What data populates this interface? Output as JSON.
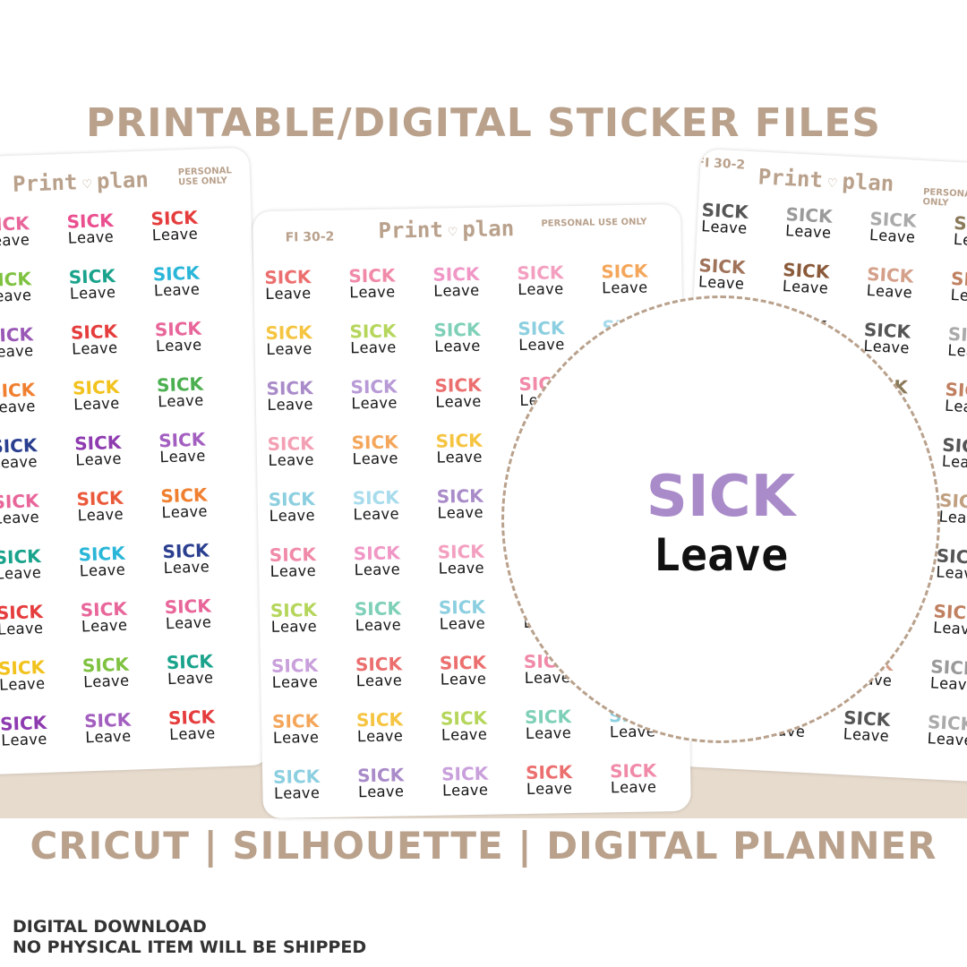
{
  "headline": "PRINTABLE/DIGITAL STICKER FILES",
  "subline": "CRICUT |  SILHOUETTE | DIGITAL PLANNER",
  "brand": {
    "word1": "Print",
    "heart": "♡",
    "word2": "plan"
  },
  "personal_use": "PERSONAL USE ONLY",
  "sheet_code": "FI 30-2",
  "sticker": {
    "line1": "SICK",
    "line2": "Leave"
  },
  "zoom_color": "#a98bc9",
  "footer": {
    "line1": "DIGITAL DOWNLOAD",
    "line2": "NO PHYSICAL ITEM WILL BE SHIPPED"
  },
  "sheets": {
    "left": {
      "rows": 10,
      "cols": 3,
      "colors": [
        "#e8669a",
        "#ea4f8f",
        "#e53d3d",
        "#7fc241",
        "#1aa38c",
        "#29b6d8",
        "#9a58b6",
        "#e53d3d",
        "#e8669a",
        "#f08030",
        "#f2c21d",
        "#4caf50",
        "#2a3f8f",
        "#8e3bb0",
        "#a35fc0",
        "#e8669a",
        "#ea5a3a",
        "#f08030",
        "#1aa38c",
        "#29b6d8",
        "#2a3f8f",
        "#e53d3d",
        "#e8669a",
        "#e8669a",
        "#f2c21d",
        "#7fc241",
        "#1aa38c",
        "#8e3bb0",
        "#a35fc0",
        "#e53d3d"
      ]
    },
    "center": {
      "rows": 10,
      "cols": 5,
      "colors": [
        "#ec6f6f",
        "#f08aa8",
        "#f097c6",
        "#f3a0c0",
        "#f4a65a",
        "#f5c441",
        "#b5d65b",
        "#7fd0b8",
        "#8ccfe0",
        "#a8dcec",
        "#a98bc9",
        "#b89ad6",
        "#ec6f6f",
        "#f08aa8",
        "#f3a0c0",
        "#f4a0b4",
        "#f4a65a",
        "#f5c441",
        "#a98bc9",
        "#f08aa8",
        "#8ccfe0",
        "#a8dcec",
        "#a98bc9",
        "#a98bc9",
        "#b89ad6",
        "#f08aa8",
        "#f097c6",
        "#f3a0c0",
        "#f4a0b4",
        "#f4a65a",
        "#b5d65b",
        "#7fd0b8",
        "#8ccfe0",
        "#a8dcec",
        "#a98bc9",
        "#c9a0dc",
        "#ec6f6f",
        "#ec6f6f",
        "#f08aa8",
        "#f3a0c0",
        "#f4a65a",
        "#f5c441",
        "#b5d65b",
        "#7fd0b8",
        "#8ccfe0",
        "#8ccfe0",
        "#a98bc9",
        "#c9a0dc",
        "#ec6f6f",
        "#f08aa8"
      ]
    },
    "right": {
      "rows": 10,
      "cols": 4,
      "colors": [
        "#555555",
        "#9a9a9a",
        "#aaaaaa",
        "#8a7a5a",
        "#a0735a",
        "#8a5a3a",
        "#d4a08a",
        "#c08060",
        "#555555",
        "#333333",
        "#555555",
        "#aaaaaa",
        "#555555",
        "#a0735a",
        "#8a7a5a",
        "#c08060",
        "#555555",
        "#9a9a9a",
        "#aaaaaa",
        "#555555",
        "#8a7a5a",
        "#a0735a",
        "#d4a08a",
        "#c0a080",
        "#555555",
        "#9a9a9a",
        "#aaaaaa",
        "#555555",
        "#8a7a5a",
        "#a0735a",
        "#d4a08a",
        "#c08060",
        "#333333",
        "#555555",
        "#d4a08a",
        "#9a9a9a",
        "#555555",
        "#333333",
        "#555555",
        "#aaaaaa"
      ]
    }
  }
}
